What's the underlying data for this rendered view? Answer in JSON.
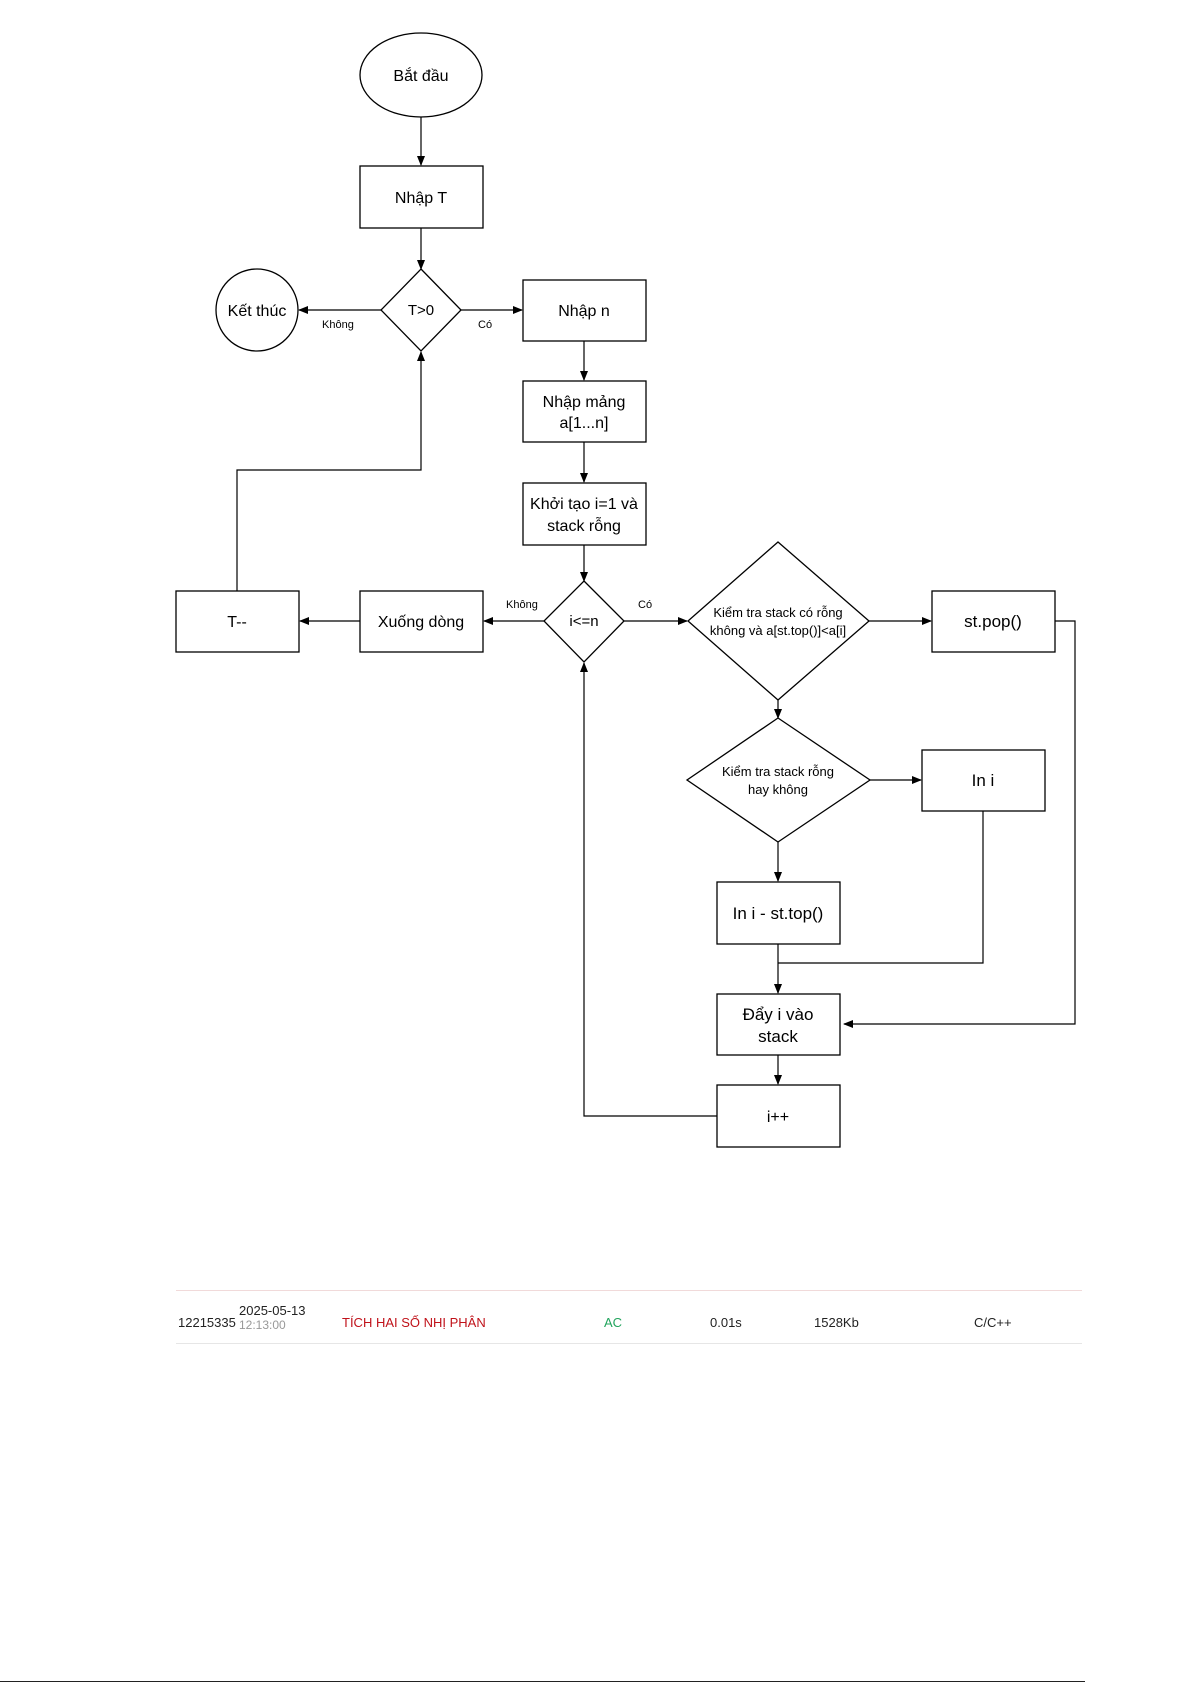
{
  "flowchart": {
    "nodes": {
      "start": "Bắt đầu",
      "input_t": "Nhập T",
      "cond_t": "T>0",
      "end": "Kết thúc",
      "input_n": "Nhập n",
      "input_arr": [
        "Nhập mảng",
        "a[1...n]"
      ],
      "init": [
        "Khởi tạo i=1 và",
        "stack rỗng"
      ],
      "cond_i": "i<=n",
      "newline": "Xuống dòng",
      "dec_t": "T--",
      "check_stack": [
        "Kiểm tra stack có rỗng",
        "không và a[st.top()]<a[i]"
      ],
      "pop": "st.pop()",
      "check_empty": [
        "Kiểm tra stack rỗng",
        "hay không"
      ],
      "print_i": "In i",
      "print_diff": "In i - st.top()",
      "push": [
        "Đẩy i vào",
        "stack"
      ],
      "inc": "i++"
    },
    "edge_labels": {
      "t_no": "Không",
      "t_yes": "Có",
      "i_no": "Không",
      "i_yes": "Có"
    }
  },
  "submission": {
    "id": "12215335",
    "date": "2025-05-13",
    "time": "12:13:00",
    "problem": "TÍCH HAI SỐ NHỊ PHÂN",
    "result": "AC",
    "run_time": "0.01s",
    "memory": "1528Kb",
    "language": "C/C++",
    "colors": {
      "problem": "#c0121a",
      "result": "#22a45d"
    }
  }
}
